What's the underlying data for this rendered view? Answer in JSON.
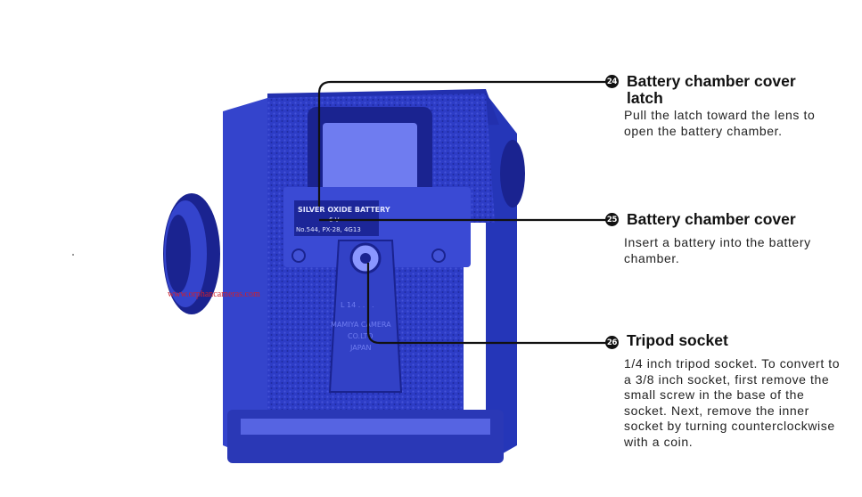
{
  "callouts": [
    {
      "number": "24",
      "heading": "Battery chamber cover latch",
      "description": "Pull the latch toward the lens to open the battery chamber."
    },
    {
      "number": "25",
      "heading": "Battery chamber cover",
      "description": "Insert a battery into the battery chamber."
    },
    {
      "number": "26",
      "heading": "Tripod socket",
      "description": "1/4 inch tripod socket. To convert to a 3/8 inch socket, first remove the small screw in the base of the socket. Next, remove the inner socket by turning counterclockwise with a coin."
    }
  ],
  "photo": {
    "battery_label_line1": "SILVER OXIDE BATTERY",
    "battery_label_line2": "6 V",
    "battery_label_line3": "No.544, PX-28, 4G13",
    "plate_serial": "L 14 . . . .",
    "plate_maker_line1": "MAMIYA CAMERA",
    "plate_maker_line2": "CO.LTD",
    "plate_maker_line3": "JAPAN",
    "watermark": "www.orphancameras.com"
  },
  "colors": {
    "photo_blue": "#2e3fc9",
    "photo_dark": "#1a2390",
    "photo_light": "#6f7cf0",
    "watermark": "#d0202c"
  }
}
